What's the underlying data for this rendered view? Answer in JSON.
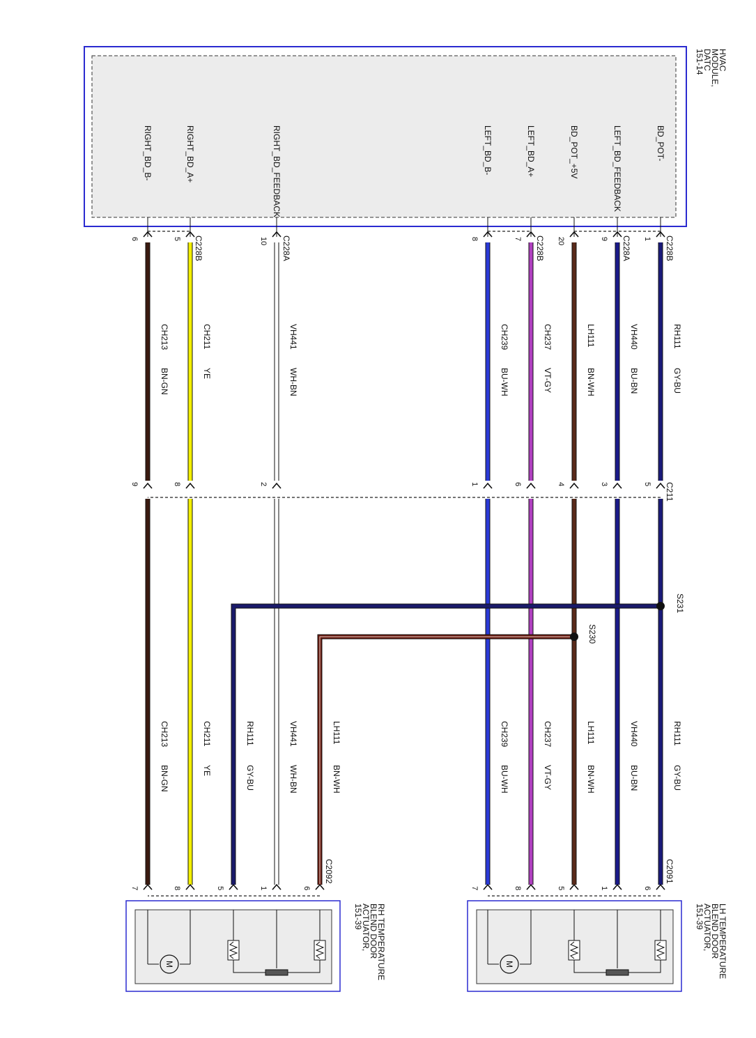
{
  "hvac_module": {
    "title": [
      "HVAC",
      "MODULE,",
      "DATC",
      "151-14"
    ],
    "signals": [
      "BD_POT-",
      "LEFT_BD_FEEDBACK",
      "BD_POT_+5V",
      "LEFT_BD_A+",
      "LEFT_BD_B-",
      "RIGHT_BD_FEEDBACK",
      "RIGHT_BD_A+",
      "RIGHT_BD_B-"
    ]
  },
  "lh_actuator": {
    "title": [
      "LH TEMPERATURE",
      "BLEND DOOR",
      "ACTUATOR,",
      "151-39"
    ]
  },
  "rh_actuator": {
    "title": [
      "RH TEMPERATURE",
      "BLEND DOOR",
      "ACTUATOR,",
      "151-39"
    ]
  },
  "connectors": {
    "top": [
      "C228B",
      "C228A",
      "C228B",
      "C228A",
      "C228B"
    ],
    "mid": "C211",
    "lh": "C2091",
    "rh": "C2092"
  },
  "splices": [
    "S231",
    "S230"
  ],
  "motor_symbol": "M",
  "wires": [
    {
      "circuit": "RH111",
      "color": "GY-BU",
      "top_pin": "1",
      "mid_pin": "5",
      "bot_pin": "6",
      "hex": "#1a1a7a"
    },
    {
      "circuit": "VH440",
      "color": "BU-BN",
      "top_pin": "9",
      "mid_pin": "3",
      "bot_pin": "1",
      "hex": "#1a1a8a"
    },
    {
      "circuit": "LH111",
      "color": "BN-WH",
      "top_pin": "20",
      "mid_pin": "4",
      "bot_pin": "5",
      "hex": "#5a2a1a"
    },
    {
      "circuit": "CH237",
      "color": "VT-GY",
      "top_pin": "7",
      "mid_pin": "6",
      "bot_pin": "8",
      "hex": "#b040c0"
    },
    {
      "circuit": "CH239",
      "color": "BU-WH",
      "top_pin": "8",
      "mid_pin": "1",
      "bot_pin": "7",
      "hex": "#2a3ad8"
    },
    {
      "circuit": "VH441",
      "color": "WH-BN",
      "top_pin": "10",
      "mid_pin": "2",
      "bot_pin": "",
      "hex": "#ffffff"
    },
    {
      "circuit": "CH211",
      "color": "YE",
      "top_pin": "5",
      "mid_pin": "8",
      "bot_pin": "8",
      "hex": "#f4f000"
    },
    {
      "circuit": "CH213",
      "color": "BN-GN",
      "top_pin": "6",
      "mid_pin": "9",
      "bot_pin": "7",
      "hex": "#3a1a10"
    }
  ],
  "rh_branch": [
    {
      "circuit": "LH111",
      "color": "BN-WH",
      "bot_pin": "6"
    },
    {
      "circuit": "VH441",
      "color": "WH-BN",
      "bot_pin": "1"
    },
    {
      "circuit": "RH111",
      "color": "GY-BU",
      "bot_pin": "5"
    }
  ],
  "colors": {
    "frame": "#2a2ad0",
    "box_fill": "#ececec",
    "splice_bn": "#6a1a10",
    "splice_bu": "#1a1a6a"
  }
}
